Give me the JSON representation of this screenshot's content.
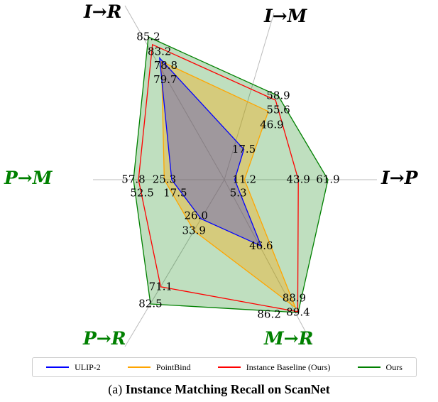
{
  "chart_data": {
    "type": "radar",
    "axes": [
      "I→R",
      "I→M",
      "I→P",
      "M→R",
      "P→R",
      "P→M"
    ],
    "axis_label_colors": [
      "#000000",
      "#000000",
      "#000000",
      "#008000",
      "#008000",
      "#008000"
    ],
    "series": [
      {
        "name": "ULIP-2",
        "color": "#0000ff",
        "values": [
          79.7,
          17.5,
          5.3,
          46.6,
          26.0,
          17.5
        ]
      },
      {
        "name": "PointBind",
        "color": "#ffa500",
        "values": [
          78.8,
          46.9,
          11.2,
          86.2,
          33.9,
          25.3
        ]
      },
      {
        "name": "Instance Baseline (Ours)",
        "color": "#ff0000",
        "values": [
          83.2,
          55.6,
          43.9,
          88.9,
          71.1,
          52.5
        ]
      },
      {
        "name": "Ours",
        "color": "#008000",
        "values": [
          85.2,
          58.9,
          61.9,
          89.4,
          82.5,
          57.8
        ]
      }
    ],
    "legend": "bottom"
  },
  "caption": {
    "prefix": "(a) ",
    "title": "Instance Matching Recall on ScanNet"
  }
}
